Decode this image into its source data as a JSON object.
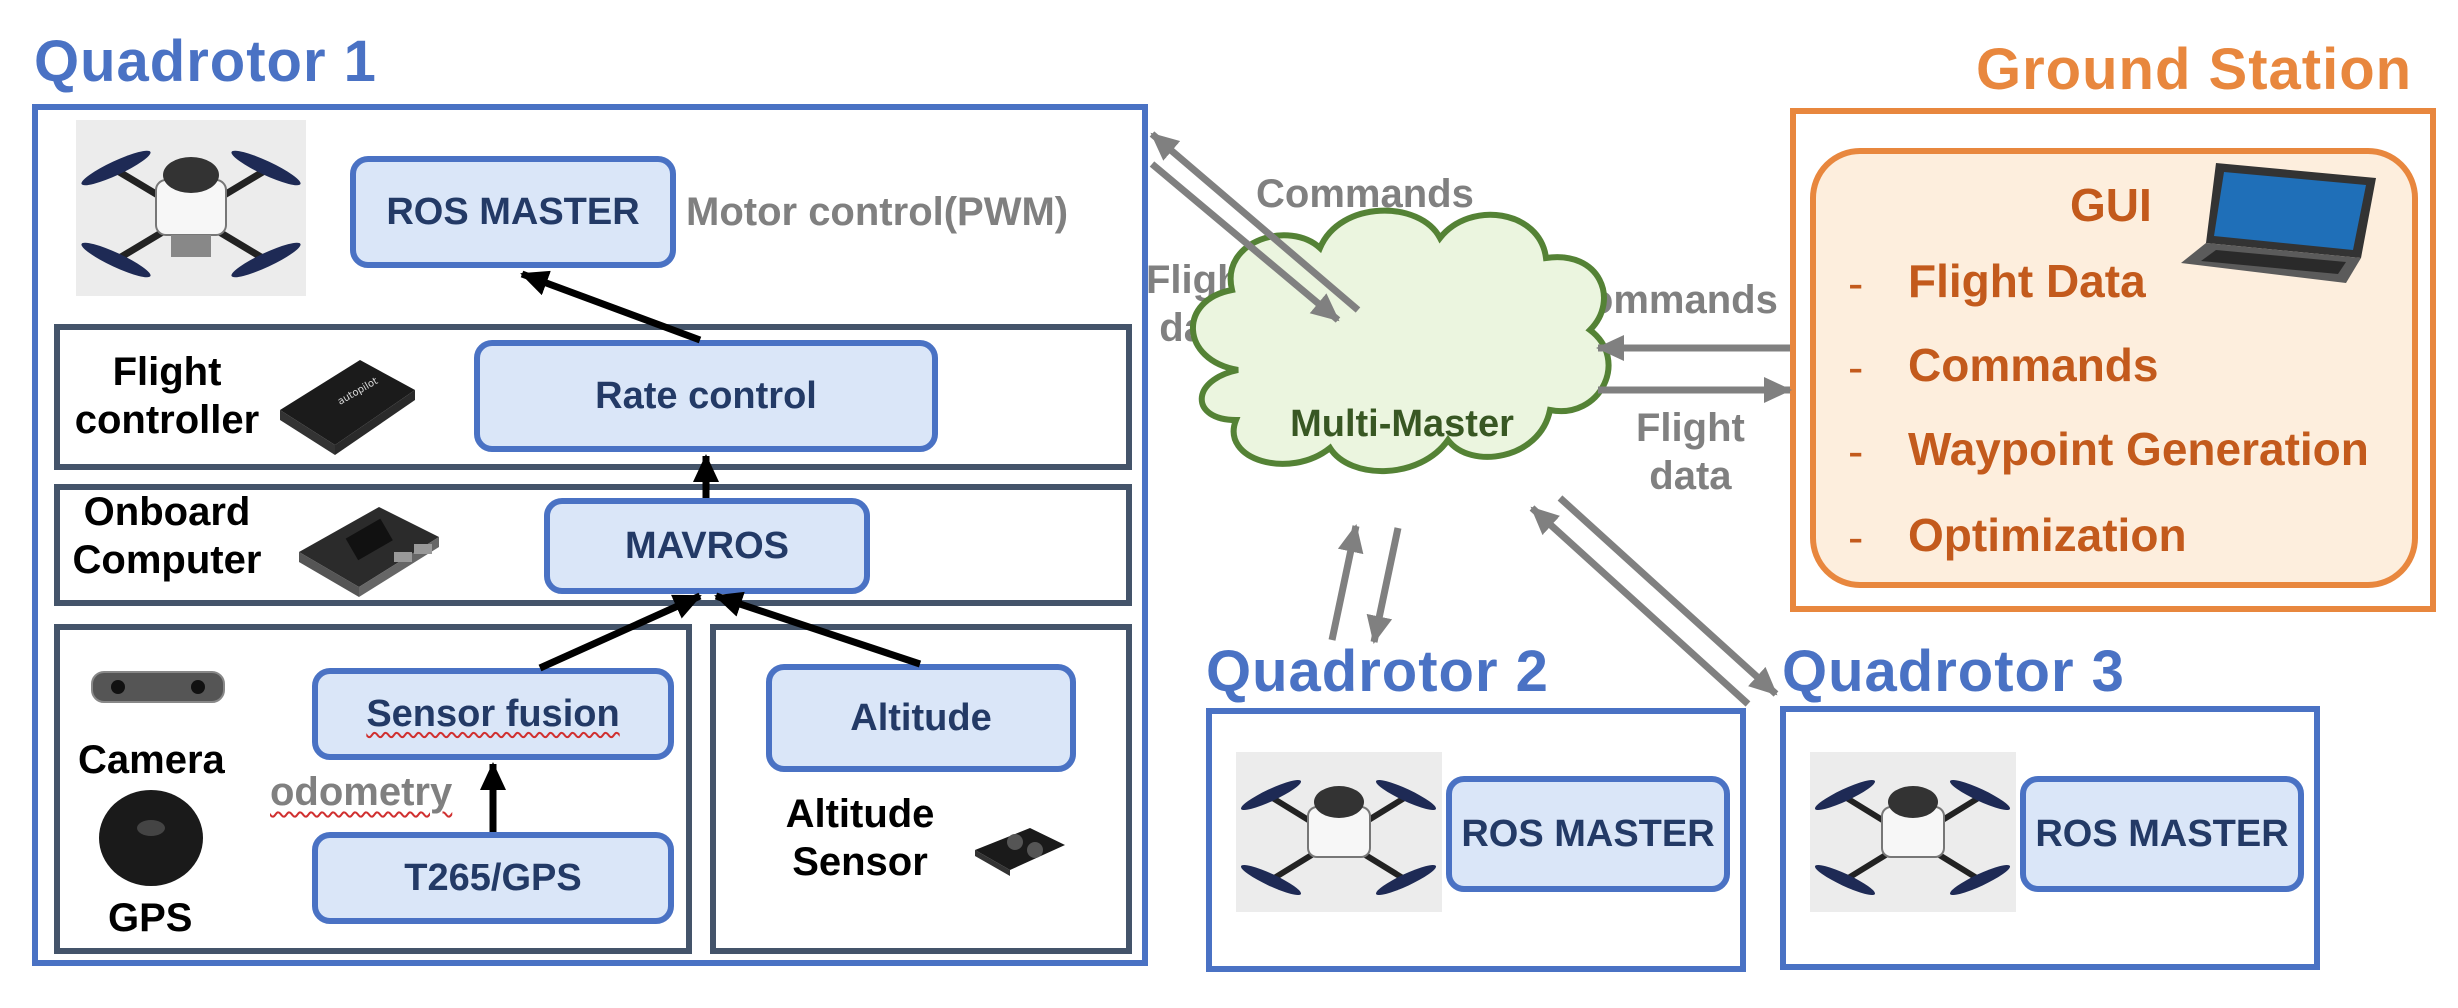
{
  "quadrotor1": {
    "title": "Quadrotor 1",
    "ros_master": "ROS MASTER",
    "motor_control": "Motor control(PWM)",
    "flight_controller_label": "Flight\ncontroller",
    "rate_control": "Rate control",
    "onboard_computer_label": "Onboard\nComputer",
    "mavros": "MAVROS",
    "sensor_fusion": "Sensor fusion",
    "odometry": "odometry",
    "t265_gps": "T265/GPS",
    "camera_label": "Camera",
    "gps_label": "GPS",
    "altitude": "Altitude",
    "altitude_sensor_label": "Altitude\nSensor"
  },
  "network": {
    "commands_left": "Commands",
    "flight_data_left": "Flight\ndata",
    "multi_master": "Multi-Master",
    "commands_right": "Commands",
    "flight_data_right": "Flight\ndata"
  },
  "ground_station": {
    "title": "Ground Station",
    "gui": "GUI",
    "items": [
      "Flight Data",
      "Commands",
      "Waypoint Generation",
      "Optimization"
    ],
    "dash": "-"
  },
  "quadrotor2": {
    "title": "Quadrotor 2",
    "ros_master": "ROS MASTER"
  },
  "quadrotor3": {
    "title": "Quadrotor 3",
    "ros_master": "ROS MASTER"
  },
  "colors": {
    "blue": "#4a72c4",
    "dark": "#44546a",
    "orange": "#e8873e",
    "cloud_fill": "#ebf5df",
    "cloud_stroke": "#548235",
    "arrow_gray": "#808080"
  }
}
